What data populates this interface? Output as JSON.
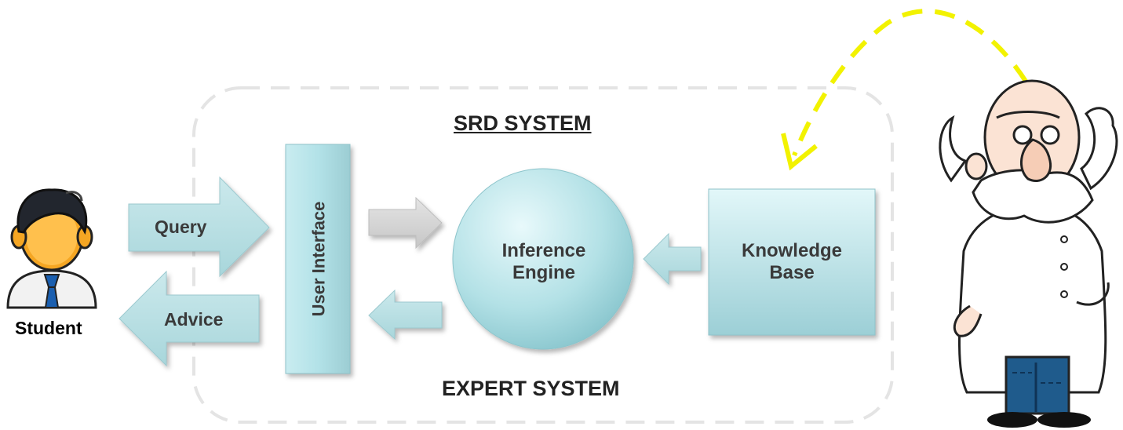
{
  "diagram": {
    "title_top": "SRD SYSTEM",
    "title_bottom": "EXPERT SYSTEM",
    "student_label": "Student",
    "query_label": "Query",
    "advice_label": "Advice",
    "user_interface_label": "User Interface",
    "inference_engine": {
      "line1": "Inference",
      "line2": "Engine"
    },
    "knowledge_base": {
      "line1": "Knowledge",
      "line2": "Base"
    }
  },
  "colors": {
    "box_fill_light": "#d4f1f5",
    "box_fill_dark": "#9fcfd6",
    "arrow_fill": "#b9dfe3",
    "arrow_grey": "#d6d6d6",
    "dashed_border": "#e6e6e6",
    "dashed_arrow": "#f5f500",
    "label_text": "#3a3a3a"
  },
  "icons": {
    "student": "student-avatar-icon",
    "expert": "expert-scientist-illustration"
  }
}
